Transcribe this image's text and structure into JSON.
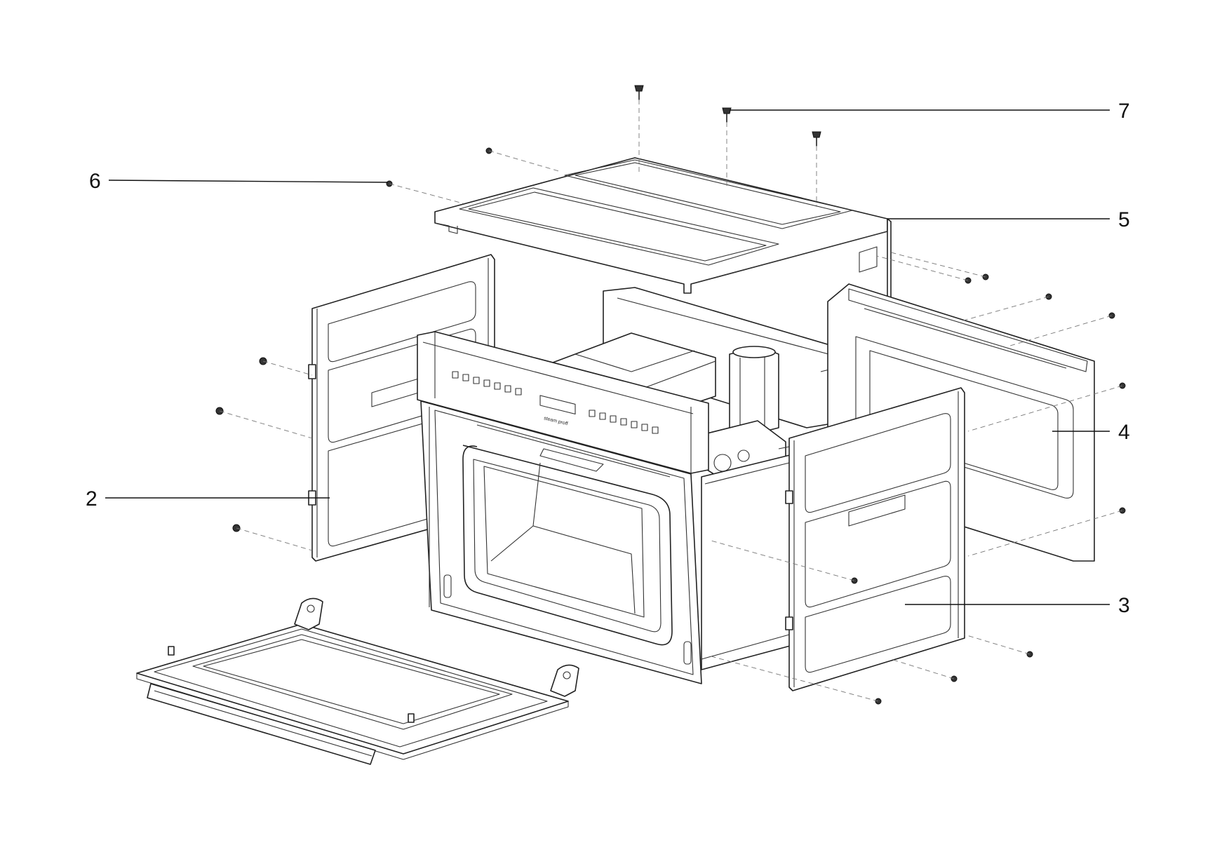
{
  "diagram": {
    "callouts": [
      {
        "id": "2",
        "label": "2"
      },
      {
        "id": "3",
        "label": "3"
      },
      {
        "id": "4",
        "label": "4"
      },
      {
        "id": "5",
        "label": "5"
      },
      {
        "id": "6",
        "label": "6"
      },
      {
        "id": "7",
        "label": "7"
      }
    ],
    "panel_brand": "steam proff"
  }
}
